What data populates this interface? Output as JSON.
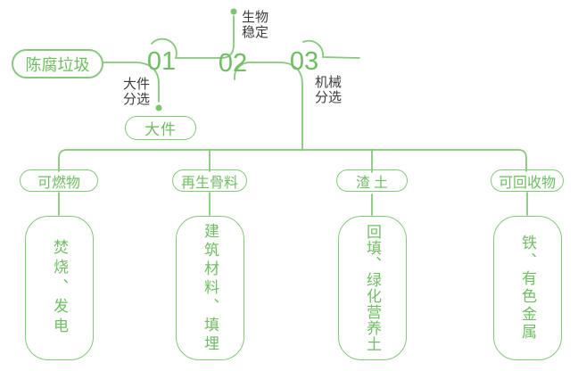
{
  "colors": {
    "line_green": "#85c87b",
    "text_green": "#6fbe62",
    "dot_green": "#7cc46f",
    "label_dark": "#3d3d3d",
    "background": "#ffffff"
  },
  "flow": {
    "source_label": "陈腐垃圾",
    "steps": [
      {
        "number": "01",
        "process_label": "大件分选",
        "branch_label": "大件"
      },
      {
        "number": "02",
        "process_label": "生物稳定"
      },
      {
        "number": "03",
        "process_label": "机械分选"
      }
    ]
  },
  "outputs": [
    {
      "category": "可燃物",
      "treatment": "焚烧、发电"
    },
    {
      "category": "再生骨料",
      "treatment": "建筑材料、填埋"
    },
    {
      "category": "渣土",
      "treatment": "回填、绿化营养土"
    },
    {
      "category": "可回收物",
      "treatment": "铁、有色金属"
    }
  ]
}
